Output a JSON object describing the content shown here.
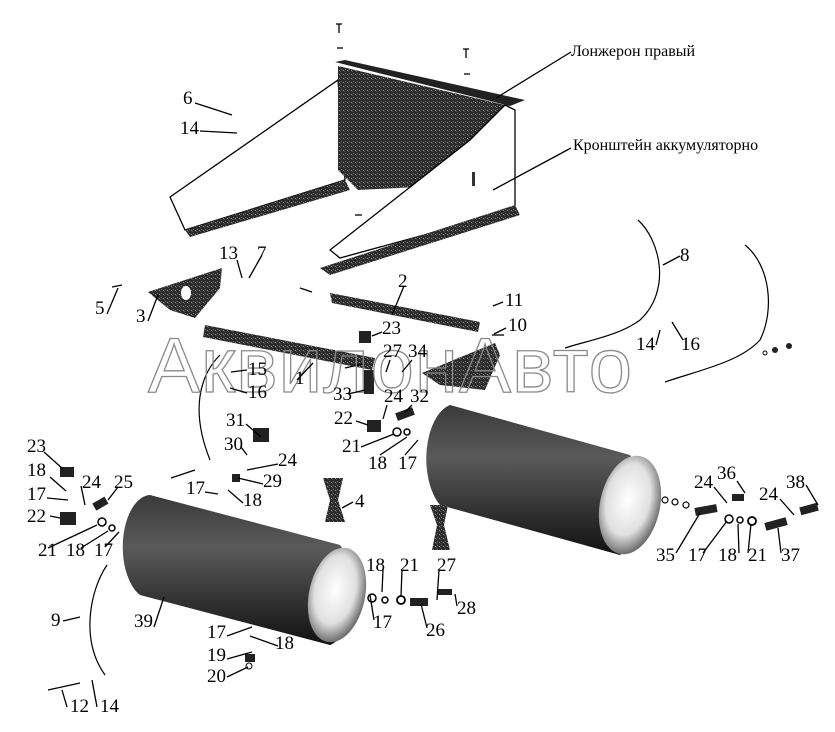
{
  "diagram": {
    "captions": {
      "right_spar": "Лонжерон правый",
      "battery_bracket": "Кронштейн аккумуляторно"
    },
    "watermark": "АквилонАвто",
    "callouts": [
      {
        "id": "c6",
        "text": "6"
      },
      {
        "id": "c14a",
        "text": "14"
      },
      {
        "id": "c13",
        "text": "13"
      },
      {
        "id": "c7",
        "text": "7"
      },
      {
        "id": "c5",
        "text": "5"
      },
      {
        "id": "c3",
        "text": "3"
      },
      {
        "id": "c2",
        "text": "2"
      },
      {
        "id": "c11",
        "text": "11"
      },
      {
        "id": "c10",
        "text": "10"
      },
      {
        "id": "c23a",
        "text": "23"
      },
      {
        "id": "c27a",
        "text": "27"
      },
      {
        "id": "c34",
        "text": "34"
      },
      {
        "id": "c1",
        "text": "1"
      },
      {
        "id": "c15",
        "text": "15"
      },
      {
        "id": "c16a",
        "text": "16"
      },
      {
        "id": "c33",
        "text": "33"
      },
      {
        "id": "c24a",
        "text": "24"
      },
      {
        "id": "c32",
        "text": "32"
      },
      {
        "id": "c22a",
        "text": "22"
      },
      {
        "id": "c21a",
        "text": "21"
      },
      {
        "id": "c18a",
        "text": "18"
      },
      {
        "id": "c17a",
        "text": "17"
      },
      {
        "id": "c8",
        "text": "8"
      },
      {
        "id": "c14b",
        "text": "14"
      },
      {
        "id": "c16b",
        "text": "16"
      },
      {
        "id": "c31",
        "text": "31"
      },
      {
        "id": "c30",
        "text": "30"
      },
      {
        "id": "c24b",
        "text": "24"
      },
      {
        "id": "c29",
        "text": "29"
      },
      {
        "id": "c17b",
        "text": "17"
      },
      {
        "id": "c18b",
        "text": "18"
      },
      {
        "id": "c4",
        "text": "4"
      },
      {
        "id": "c23b",
        "text": "23"
      },
      {
        "id": "c18c",
        "text": "18"
      },
      {
        "id": "c17c",
        "text": "17"
      },
      {
        "id": "c24c",
        "text": "24"
      },
      {
        "id": "c25",
        "text": "25"
      },
      {
        "id": "c22b",
        "text": "22"
      },
      {
        "id": "c21b",
        "text": "21"
      },
      {
        "id": "c18d",
        "text": "18"
      },
      {
        "id": "c17d",
        "text": "17"
      },
      {
        "id": "c9",
        "text": "9"
      },
      {
        "id": "c39",
        "text": "39"
      },
      {
        "id": "c12",
        "text": "12"
      },
      {
        "id": "c14c",
        "text": "14"
      },
      {
        "id": "c17e",
        "text": "17"
      },
      {
        "id": "c18e",
        "text": "18"
      },
      {
        "id": "c19",
        "text": "19"
      },
      {
        "id": "c20",
        "text": "20"
      },
      {
        "id": "c18f",
        "text": "18"
      },
      {
        "id": "c17f",
        "text": "17"
      },
      {
        "id": "c21c",
        "text": "21"
      },
      {
        "id": "c27b",
        "text": "27"
      },
      {
        "id": "c26",
        "text": "26"
      },
      {
        "id": "c28",
        "text": "28"
      },
      {
        "id": "c24d",
        "text": "24"
      },
      {
        "id": "c36",
        "text": "36"
      },
      {
        "id": "c24e",
        "text": "24"
      },
      {
        "id": "c38",
        "text": "38"
      },
      {
        "id": "c35",
        "text": "35"
      },
      {
        "id": "c17g",
        "text": "17"
      },
      {
        "id": "c18g",
        "text": "18"
      },
      {
        "id": "c21d",
        "text": "21"
      },
      {
        "id": "c37",
        "text": "37"
      }
    ]
  }
}
